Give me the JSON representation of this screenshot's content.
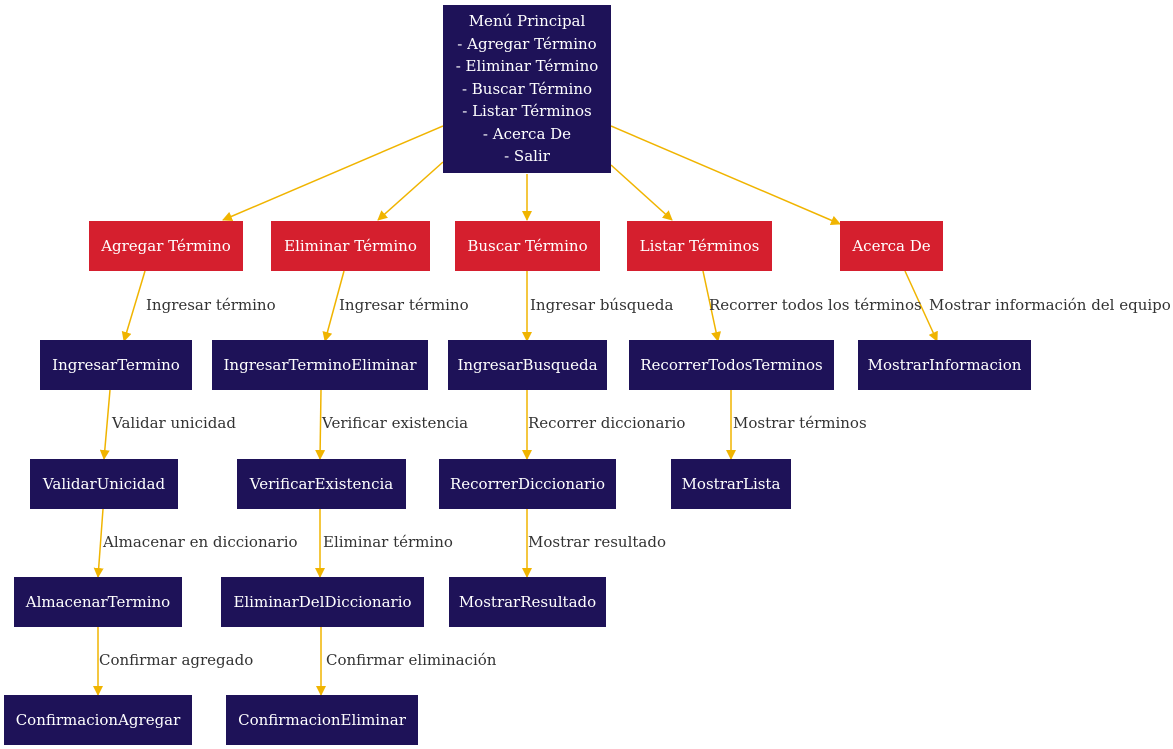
{
  "colors": {
    "main_fill": "#1e1258",
    "option_fill": "#d51f2e",
    "step_fill": "#1e1258",
    "edge": "#f0b400",
    "text_on_node": "#ffffff",
    "edge_label_text": "#333333"
  },
  "main_menu": {
    "lines": [
      "Menú Principal",
      "- Agregar Término",
      "- Eliminar Término",
      "- Buscar Término",
      "- Listar Términos",
      "- Acerca De",
      "- Salir"
    ]
  },
  "options": {
    "agregar": "Agregar Término",
    "eliminar": "Eliminar Término",
    "buscar": "Buscar Término",
    "listar": "Listar Términos",
    "acerca": "Acerca De"
  },
  "steps": {
    "ingresar_termino": "IngresarTermino",
    "validar_unicidad": "ValidarUnicidad",
    "almacenar_termino": "AlmacenarTermino",
    "confirmacion_agregar": "ConfirmacionAgregar",
    "ingresar_termino_eliminar": "IngresarTerminoEliminar",
    "verificar_existencia": "VerificarExistencia",
    "eliminar_del_diccionario": "EliminarDelDiccionario",
    "confirmacion_eliminar": "ConfirmacionEliminar",
    "ingresar_busqueda": "IngresarBusqueda",
    "recorrer_diccionario": "RecorrerDiccionario",
    "mostrar_resultado": "MostrarResultado",
    "recorrer_todos_terminos": "RecorrerTodosTerminos",
    "mostrar_lista": "MostrarLista",
    "mostrar_informacion": "MostrarInformacion"
  },
  "edge_labels": {
    "agregar_ingresar": "Ingresar término",
    "ingresar_validar": "Validar unicidad",
    "validar_almacenar": "Almacenar en diccionario",
    "almacenar_confirmar": "Confirmar agregado",
    "eliminar_ingresar": "Ingresar término",
    "ingresar_verificar": "Verificar existencia",
    "verificar_eliminar": "Eliminar término",
    "eliminar_confirmar": "Confirmar eliminación",
    "buscar_ingresar": "Ingresar búsqueda",
    "ingresar_recorrer": "Recorrer diccionario",
    "recorrer_mostrar": "Mostrar resultado",
    "listar_recorrer": "Recorrer todos los términos",
    "recorrer_mostrar_lista": "Mostrar términos",
    "acerca_mostrar": "Mostrar información del equipo"
  }
}
